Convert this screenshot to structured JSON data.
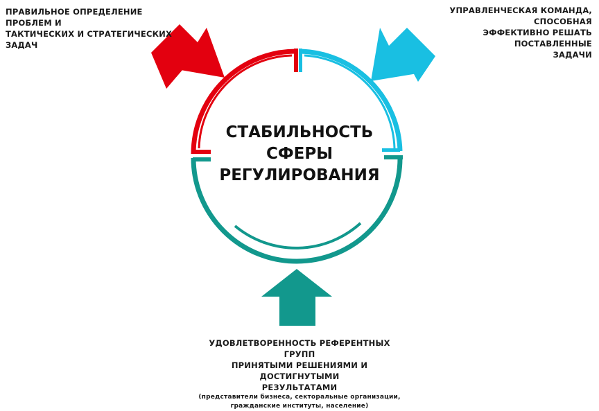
{
  "colors": {
    "red": "#e3000f",
    "cyan": "#19bfe2",
    "teal": "#12988d",
    "text": "#1a1a1a"
  },
  "center": {
    "line1": "СТАБИЛЬНОСТЬ",
    "line2": "СФЕРЫ",
    "line3": "РЕГУЛИРОВАНИЯ"
  },
  "factors": {
    "top_left": {
      "line1": "ПРАВИЛЬНОЕ  ОПРЕДЕЛЕНИЕ  ПРОБЛЕМ  И",
      "line2": "ТАКТИЧЕСКИХ   И  СТРАТЕГИЧЕСКИХ   ЗАДАЧ"
    },
    "top_right": {
      "line1": "УПРАВЛЕНЧЕСКАЯ  КОМАНДА, СПОСОБНАЯ",
      "line2": "ЭФФЕКТИВНО   РЕШАТЬ  ПОСТАВЛЕННЫЕ",
      "line3": "ЗАДАЧИ"
    },
    "bottom": {
      "line1": "УДОВЛЕТВОРЕННОСТЬ   РЕФЕРЕНТНЫХ  ГРУПП",
      "line2": "ПРИНЯТЫМИ   РЕШЕНИЯМИ  И  ДОСТИГНУТЫМИ",
      "line3": "РЕЗУЛЬТАТАМИ",
      "note1": "(представители бизнеса, секторальные организации,",
      "note2": "гражданские институты, население)"
    }
  }
}
